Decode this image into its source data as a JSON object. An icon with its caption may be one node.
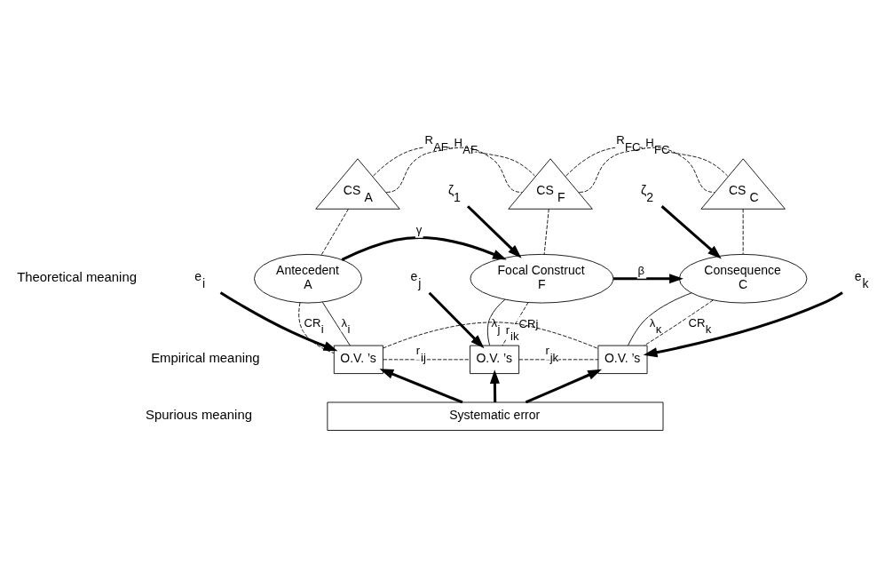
{
  "diagram": {
    "nodes": [
      {
        "text": [
          "CS $_{A}$"
        ]
      },
      {
        "text": [
          "CS $_{F}$"
        ]
      },
      {
        "text": [
          "CS $_{C}$"
        ]
      },
      {
        "text": [
          "ζ$_{1}$"
        ]
      },
      {
        "text": [
          "ζ$_{2}$"
        ]
      },
      {
        "text": [
          "Antecedent",
          "A"
        ]
      },
      {
        "text": [
          "Focal Construct",
          "F"
        ]
      },
      {
        "text": [
          "Consequence",
          "C"
        ]
      },
      {
        "text": [
          "O.V. ’s"
        ]
      },
      {
        "text": [
          "O.V. ’s"
        ]
      },
      {
        "text": [
          "O.V. ’s"
        ]
      },
      {
        "text": [
          "e$_{i}$"
        ]
      },
      {
        "text": [
          "e$_{j}$"
        ]
      },
      {
        "text": [
          "e$_{k}$"
        ]
      },
      {
        "text": [
          "Systematic error"
        ]
      }
    ],
    "edges": [
      {
        "from": 0,
        "to": 1,
        "arrow": "none",
        "style": "dashed",
        "label": "H$_{AF}$"
      },
      {
        "from": 1,
        "to": 2,
        "arrow": "none",
        "style": "dashed",
        "label": "H$_{FC}$"
      },
      {
        "from": 0,
        "to": 1,
        "arrow": "none",
        "style": "dashed",
        "label": "R$_{AF}$"
      },
      {
        "from": 1,
        "to": 2,
        "arrow": "none",
        "style": "dashed",
        "label": "R$_{FC}$"
      },
      {
        "from": 0,
        "to": 5,
        "arrow": "none",
        "style": "dashed"
      },
      {
        "from": 1,
        "to": 6,
        "arrow": "none",
        "style": "dashed"
      },
      {
        "from": 2,
        "to": 7,
        "arrow": "none",
        "style": "dashed"
      },
      {
        "from": 3,
        "to": 6,
        "arrow": "to",
        "style": "thick"
      },
      {
        "from": 4,
        "to": 7,
        "arrow": "to",
        "style": "thick"
      },
      {
        "from": 5,
        "to": 6,
        "arrow": "to",
        "style": "thick",
        "label": "γ"
      },
      {
        "from": 6,
        "to": 7,
        "arrow": "to",
        "style": "thick",
        "label": "β"
      },
      {
        "from": 5,
        "to": 8,
        "arrow": "none",
        "label": "λ$_{i}$"
      },
      {
        "from": 5,
        "to": 8,
        "arrow": "none",
        "style": "dashed",
        "label": "CR$_{i}$"
      },
      {
        "from": 6,
        "to": 9,
        "arrow": "none",
        "label": "λ$_{j}$"
      },
      {
        "from": 6,
        "to": 9,
        "arrow": "none",
        "style": "dashed",
        "label": "CRj"
      },
      {
        "from": 7,
        "to": 10,
        "arrow": "none",
        "label": "λ$_{κ}$"
      },
      {
        "from": 7,
        "to": 10,
        "arrow": "none",
        "style": "dashed",
        "label": "CR$_{k}$"
      },
      {
        "from": 8,
        "to": 9,
        "arrow": "none",
        "style": "dashed",
        "label": "r$_{ij}$"
      },
      {
        "from": 9,
        "to": 10,
        "arrow": "none",
        "style": "dashed",
        "label": "r$_{jk}$"
      },
      {
        "from": 8,
        "to": 10,
        "arrow": "none",
        "style": "dashed",
        "label": "r$_{ik}$"
      },
      {
        "from": 11,
        "to": 8,
        "arrow": "to",
        "style": "thick"
      },
      {
        "from": 12,
        "to": 9,
        "arrow": "to",
        "style": "thick"
      },
      {
        "from": 13,
        "to": 10,
        "arrow": "to",
        "style": "thick"
      },
      {
        "from": 14,
        "to": 8,
        "arrow": "to",
        "style": "thick"
      },
      {
        "from": 14,
        "to": 9,
        "arrow": "to",
        "style": "thick"
      },
      {
        "from": 14,
        "to": 10,
        "arrow": "to",
        "style": "thick"
      }
    ],
    "labels": [
      "Theoretical meaning",
      "Empirical meaning",
      "Spurious meaning"
    ]
  }
}
